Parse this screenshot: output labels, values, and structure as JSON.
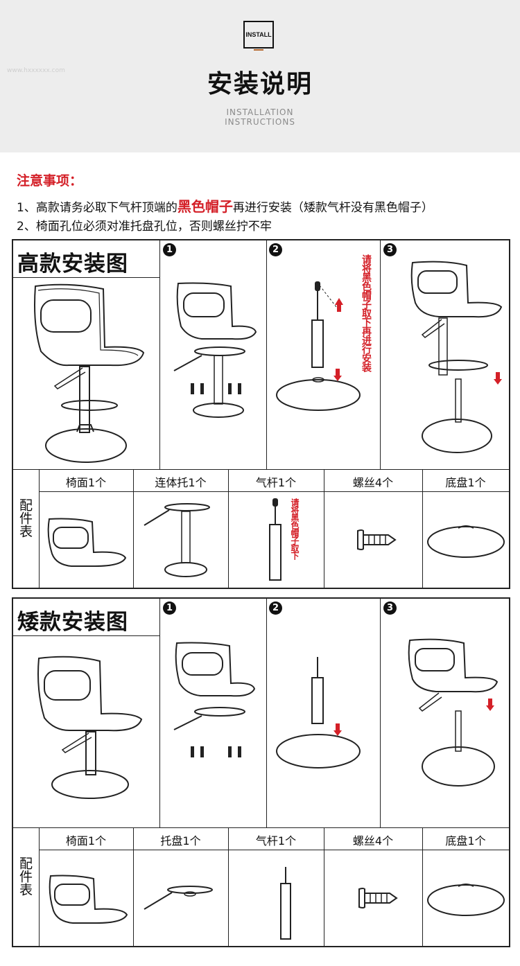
{
  "header": {
    "badge": "INSTALL",
    "title": "安装说明",
    "subtitle_1": "INSTALLATION",
    "subtitle_2": "INSTRUCTIONS",
    "faint": "www.hxxxxxx.com"
  },
  "notice": {
    "heading": "注意事项：",
    "line1_pre": "1、高款请务必取下气杆顶端的",
    "line1_red": "黑色帽子",
    "line1_post": "再进行安装（矮款气杆没有黑色帽子）",
    "line2": "2、椅面孔位必须对准托盘孔位，否则螺丝拧不牢"
  },
  "high": {
    "title": "高款安装图",
    "steps": [
      "1",
      "2",
      "3"
    ],
    "note": "请将黑色帽子取下再进行安装",
    "parts_label": "配件表",
    "parts": [
      "椅面1个",
      "连体托1个",
      "气杆1个",
      "螺丝4个",
      "底盘1个"
    ],
    "part_note": "请将黑色帽子取下"
  },
  "low": {
    "title": "矮款安装图",
    "steps": [
      "1",
      "2",
      "3"
    ],
    "parts_label": "配件表",
    "parts": [
      "椅面1个",
      "托盘1个",
      "气杆1个",
      "螺丝4个",
      "底盘1个"
    ]
  },
  "colors": {
    "accent_red": "#d42028",
    "line": "#222222",
    "header_bg": "#ededed"
  },
  "icons": [
    "chair-icon",
    "seat-icon",
    "tray-icon",
    "gas-lift-icon",
    "screw-icon",
    "base-icon",
    "arrow-up-icon",
    "arrow-down-icon"
  ]
}
